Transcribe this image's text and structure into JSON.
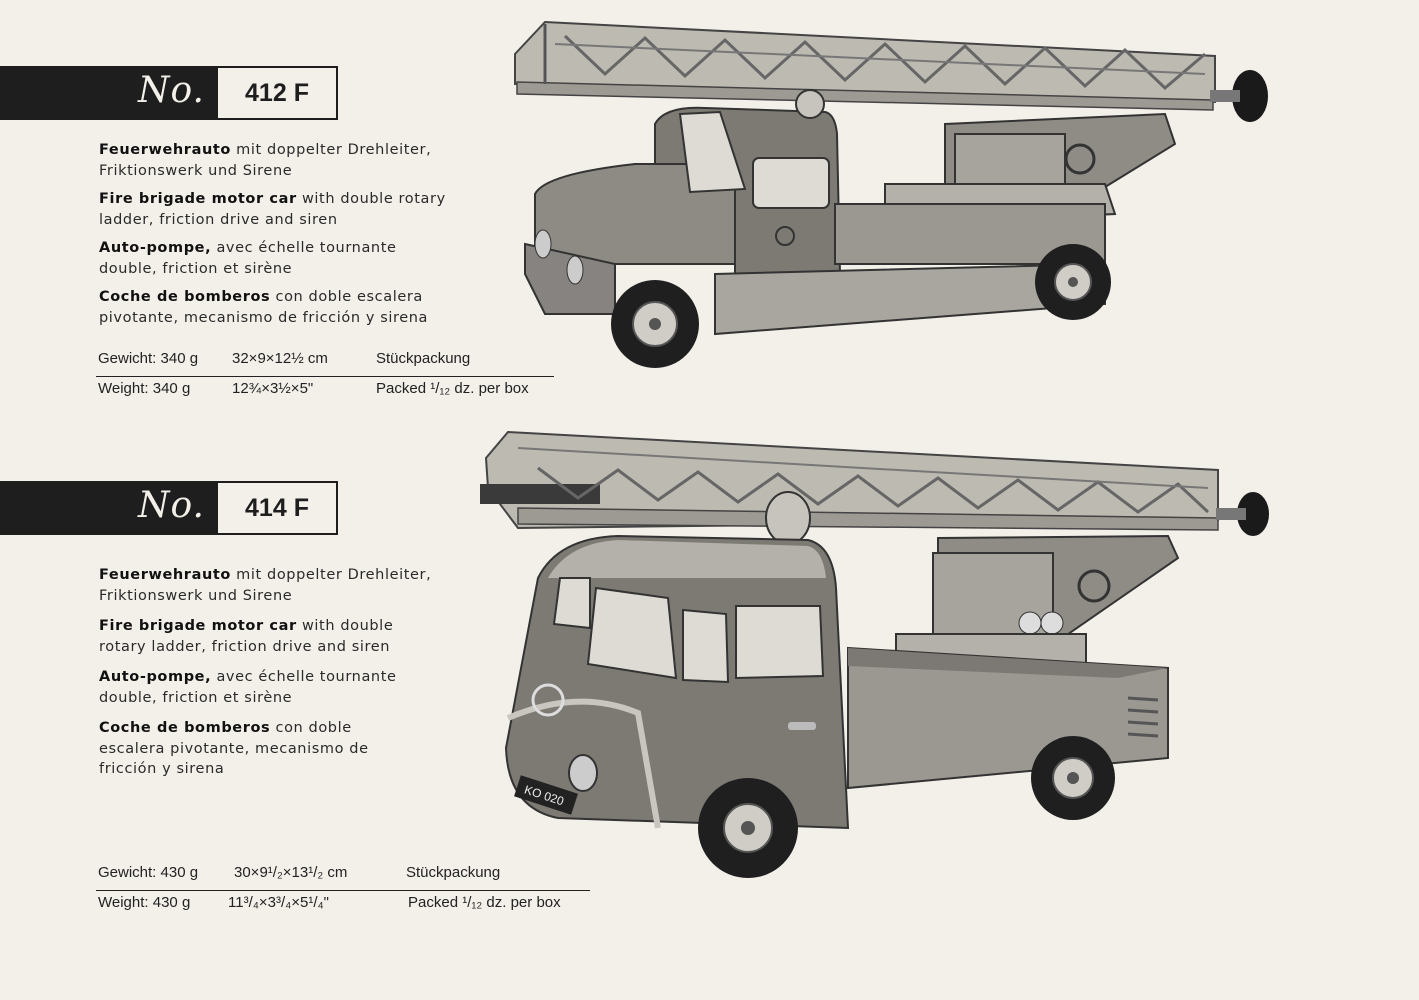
{
  "products": [
    {
      "no_label": "No.",
      "number": "412 F",
      "descriptions": [
        {
          "title": "Feuerwehrauto",
          "text": " mit doppelter Drehleiter, Friktionswerk und Sirene"
        },
        {
          "title": "Fire brigade motor car",
          "text": " with double rotary ladder, friction drive and siren"
        },
        {
          "title": "Auto-pompe,",
          "text": " avec échelle tournante double, friction et sirène"
        },
        {
          "title": "Coche de bomberos",
          "text": " con doble escalera pivotante, mecanismo de fricción y sirena"
        }
      ],
      "specs": {
        "de": {
          "weight": "Gewicht: 340 g",
          "size": "32×9×12½ cm",
          "pack": "Stückpackung"
        },
        "en": {
          "weight": "Weight: 340 g",
          "size": "12¾×3½×5\"",
          "pack": "Packed ¹/₁₂ dz. per box"
        }
      }
    },
    {
      "no_label": "No.",
      "number": "414 F",
      "descriptions": [
        {
          "title": "Feuerwehrauto",
          "text": " mit doppelter Drehleiter, Friktionswerk und Sirene"
        },
        {
          "title": "Fire brigade motor car",
          "text": " with double rotary ladder, friction drive and siren"
        },
        {
          "title": "Auto-pompe,",
          "text": " avec échelle tournante double, friction et sirène"
        },
        {
          "title": "Coche de bomberos",
          "text": " con doble escalera pivotante, mecanismo de fricción y sirena"
        }
      ],
      "specs": {
        "de": {
          "weight": "Gewicht: 430 g",
          "size": "30×9¹/₂×13¹/₂ cm",
          "pack": "Stückpackung"
        },
        "en": {
          "weight": "Weight: 430 g",
          "size": "11³/₄×3³/₄×5¹/₄\"",
          "pack": "Packed ¹/₁₂ dz. per box"
        }
      },
      "plate": "KO 020"
    }
  ]
}
